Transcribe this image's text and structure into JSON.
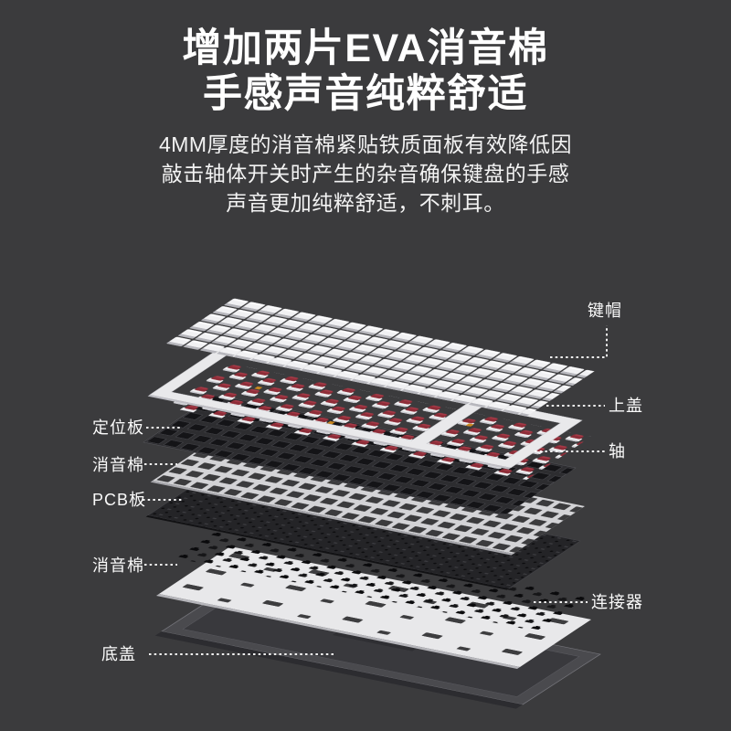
{
  "page": {
    "background": "#3b3b3d"
  },
  "header": {
    "title_line1": "增加两片EVA消音棉",
    "title_line2": "手感声音纯粹舒适",
    "paragraph_line1": "4MM厚度的消音棉紧贴铁质面板有效降低因",
    "paragraph_line2": "敲击轴体开关时产生的杂音确保键盘的手感",
    "paragraph_line3": "声音更加纯粹舒适，不刺耳。"
  },
  "diagram": {
    "type": "exploded-keyboard-view",
    "labels": {
      "keycaps": "键帽",
      "top_cover": "上盖",
      "switch": "轴",
      "plate": "定位板",
      "foam_top": "消音棉",
      "pcb": "PCB板",
      "foam_bottom": "消音棉",
      "connector": "连接器",
      "bottom_cover": "底盖"
    },
    "colors": {
      "background": "#3b3b3d",
      "text": "#ffffff",
      "keycap_white": "#f1f1f3",
      "cover_white": "#e9e9eb",
      "switch_red": "#8e2d38",
      "switch_amber": "#c8861f",
      "plate_dark": "#2d2d30",
      "foam_gray": "#d3d3d6",
      "pcb_dark": "#242427",
      "foam_white": "#e8e8ea",
      "tray_gray": "#4a4a4e",
      "leader_line": "#ffffff"
    }
  }
}
